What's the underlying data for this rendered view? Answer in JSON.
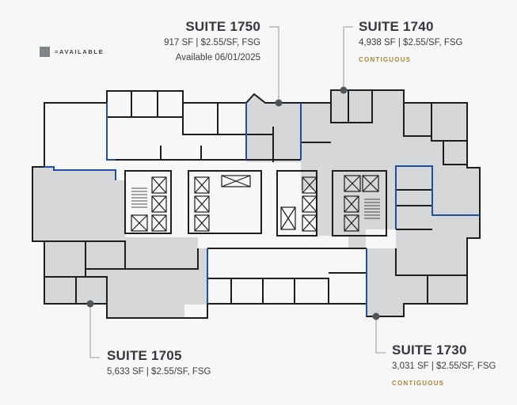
{
  "legend": {
    "swatch_color": "#808587",
    "label": "=AVAILABLE"
  },
  "colors": {
    "available_fill": "#d6d7d9",
    "wall": "#1d1d1d",
    "suite_boundary": "#1f4fa0",
    "leader": "#9a9a9a",
    "marker": "#4f5458",
    "contiguous": "#a8893a",
    "background": "#f7f7f7"
  },
  "suites": [
    {
      "id": "suite-1750",
      "title": "SUITE 1750",
      "details": "917 SF  |  $2.55/SF, FSG",
      "note": "Available 06/01/2025",
      "status": null
    },
    {
      "id": "suite-1740",
      "title": "SUITE 1740",
      "details": "4,938 SF  |  $2.55/SF, FSG",
      "note": null,
      "status": "CONTIGUOUS"
    },
    {
      "id": "suite-1705",
      "title": "SUITE 1705",
      "details": "5,633 SF  |  $2.55/SF, FSG",
      "note": null,
      "status": null
    },
    {
      "id": "suite-1730",
      "title": "SUITE 1730",
      "details": "3,031 SF  |  $2.55/SF, FSG",
      "note": null,
      "status": "CONTIGUOUS"
    }
  ]
}
